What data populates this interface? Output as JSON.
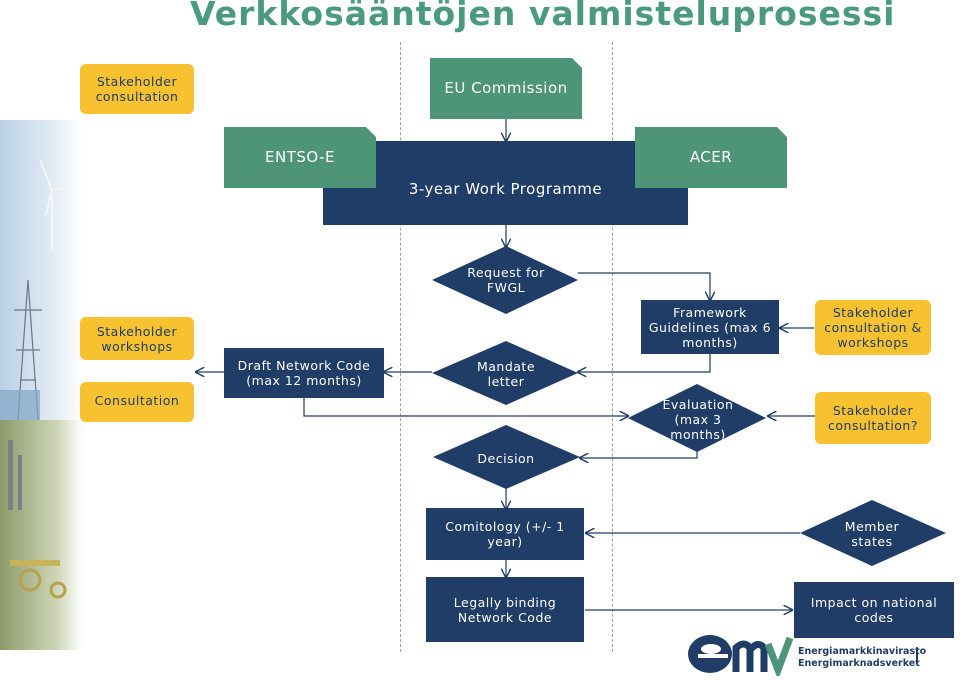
{
  "title": "Verkkosääntöjen valmisteluprosessi",
  "nodes": {
    "stakeholder_consultation_top": "Stakeholder consultation",
    "eu_commission": "EU Commission",
    "entsoe": "ENTSO-E",
    "work_programme": "3-year Work Programme",
    "acer": "ACER",
    "request_fwgl": "Request for FWGL",
    "stakeholder_workshops": "Stakeholder workshops",
    "framework_guidelines": "Framework Guidelines (max 6 months)",
    "stakeholder_consultation_workshops": "Stakeholder consultation & workshops",
    "draft_network_code": "Draft Network Code (max 12 months)",
    "mandate_letter": "Mandate letter",
    "consultation": "Consultation",
    "evaluation": "Evaluation (max 3 months)",
    "stakeholder_consultation_q": "Stakeholder consultation?",
    "decision": "Decision",
    "comitology": "Comitology (+/- 1 year)",
    "member_states": "Member states",
    "legally_binding": "Legally binding Network Code",
    "impact_national": "Impact on national codes"
  },
  "logo": {
    "line1": "Energiamarkkinavirasto",
    "line2": "Energimarknadsverket"
  },
  "colors": {
    "navy": "#1f3d66",
    "green": "#4e9477",
    "yellow": "#f7c12f",
    "title": "#4a9a7c"
  }
}
